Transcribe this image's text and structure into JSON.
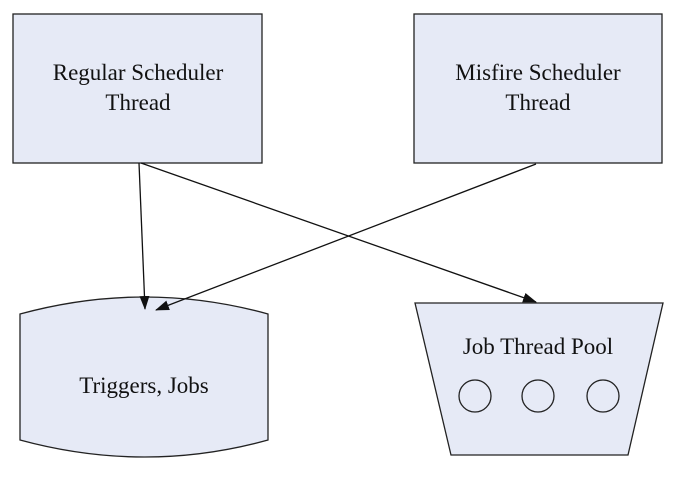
{
  "nodes": {
    "regular_scheduler": {
      "line1": "Regular Scheduler",
      "line2": "Thread"
    },
    "misfire_scheduler": {
      "line1": "Misfire Scheduler",
      "line2": "Thread"
    },
    "store": {
      "label": "Triggers, Jobs"
    },
    "thread_pool": {
      "label": "Job Thread Pool"
    }
  },
  "edges": [
    {
      "from": "Regular Scheduler Thread",
      "to": "Triggers, Jobs"
    },
    {
      "from": "Regular Scheduler Thread",
      "to": "Job Thread Pool"
    },
    {
      "from": "Misfire Scheduler Thread",
      "to": "Triggers, Jobs"
    }
  ],
  "colors": {
    "box_fill": "#e6eaf6",
    "stroke": "#222222",
    "text": "#111111"
  }
}
